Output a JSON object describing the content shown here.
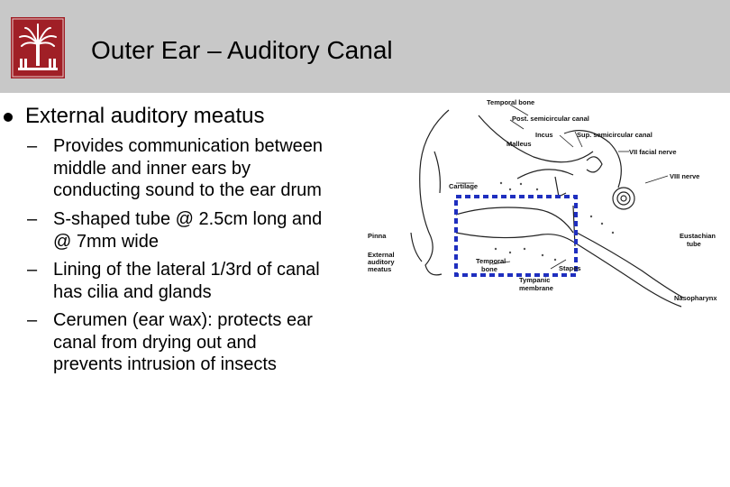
{
  "slide": {
    "title": "Outer Ear – Auditory Canal",
    "colors": {
      "header_bg": "#c8c8c8",
      "logo_red": "#a01f26",
      "highlight_box": "#1f2fbf"
    },
    "logo_icon": "palmetto-tree-icon",
    "bullet": {
      "text": "External auditory meatus",
      "dash": "–",
      "subitems": [
        {
          "lines": [
            "Provides communication between",
            "middle and inner ears by",
            "conducting sound to the ear drum"
          ]
        },
        {
          "lines": [
            "S-shaped tube @ 2.5cm long and",
            "@ 7mm wide"
          ]
        },
        {
          "lines": [
            "Lining of the lateral 1/3rd of canal",
            "has cilia and glands"
          ]
        },
        {
          "lines": [
            "Cerumen (ear wax): protects ear",
            "canal from drying out and",
            "prevents intrusion of insects"
          ]
        }
      ]
    }
  },
  "figure": {
    "labels": {
      "temporal_bone_top": "Temporal bone",
      "post_semicircular": "Post. semicircular canal",
      "incus": "Incus",
      "sup_semicircular": "Sup. semicircular canal",
      "malleus": "Malleus",
      "vii_facial": "VII facial nerve",
      "viii_nerve": "VIII nerve",
      "cartilage": "Cartilage",
      "pinna": "Pinna",
      "eustachian_1": "Eustachian",
      "eustachian_2": "tube",
      "external_1": "External",
      "external_2": "auditory",
      "external_3": "meatus",
      "temporal_1": "Temporal",
      "temporal_2": "bone",
      "stapes": "Stapes",
      "tympanic_1": "Tympanic",
      "tympanic_2": "membrane",
      "nasopharynx": "Nasopharynx"
    }
  }
}
